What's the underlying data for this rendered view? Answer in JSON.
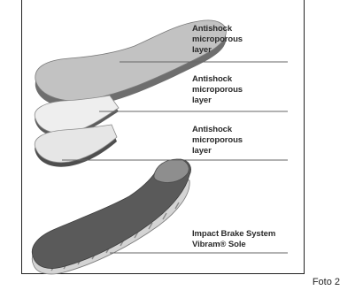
{
  "callouts": [
    {
      "lines": [
        "Antishock",
        "microporous",
        "layer"
      ]
    },
    {
      "lines": [
        "Antishock",
        "microporous",
        "layer"
      ]
    },
    {
      "lines": [
        "Antishock",
        "microporous",
        "layer"
      ]
    },
    {
      "lines": [
        "Impact Brake System",
        "Vibram® Sole"
      ]
    }
  ],
  "caption": "Foto 2"
}
